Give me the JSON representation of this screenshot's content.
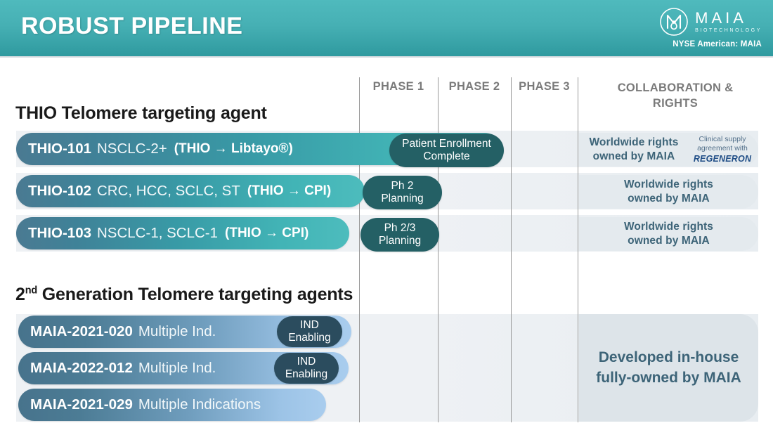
{
  "header": {
    "title": "ROBUST PIPELINE",
    "logo_name": "MAIA",
    "logo_sub": "BIOTECHNOLOGY",
    "ticker": "NYSE American: MAIA",
    "logo_icon": "maia-monogram-icon",
    "bg_color": "#46b0b4"
  },
  "columns": [
    {
      "label": "PHASE 1"
    },
    {
      "label": "PHASE 2"
    },
    {
      "label": "PHASE 3"
    },
    {
      "label": "COLLABORATION &\nRIGHTS",
      "line1": "COLLABORATION &",
      "line2": "RIGHTS"
    }
  ],
  "sections": [
    {
      "title": "THIO Telomere targeting agent",
      "title_sup": "",
      "rows": [
        {
          "code": "THIO-101",
          "indication": "NSCLC-2+",
          "combo": "(THIO → Libtayo®)",
          "status": "Patient Enrollment Complete",
          "status_l1": "Patient Enrollment",
          "status_l2": "Complete",
          "collab": "Worldwide rights owned by MAIA",
          "collab_l1": "Worldwide rights",
          "collab_l2": "owned by MAIA",
          "supply_l1": "Clinical supply",
          "supply_l2": "agreement with",
          "supply_brand": "REGENERON"
        },
        {
          "code": "THIO-102",
          "indication": "CRC, HCC, SCLC, ST",
          "combo": "(THIO → CPI)",
          "status": "Ph 2 Planning",
          "status_l1": "Ph 2",
          "status_l2": "Planning",
          "collab": "Worldwide rights owned by MAIA",
          "collab_l1": "Worldwide rights",
          "collab_l2": "owned by MAIA"
        },
        {
          "code": "THIO-103",
          "indication": "NSCLC-1, SCLC-1",
          "combo": "(THIO → CPI)",
          "status": "Ph 2/3 Planning",
          "status_l1": "Ph 2/3",
          "status_l2": "Planning",
          "collab": "Worldwide rights owned by MAIA",
          "collab_l1": "Worldwide rights",
          "collab_l2": "owned by MAIA"
        }
      ]
    },
    {
      "title_pre": "2",
      "title_sup": "nd",
      "title_post": " Generation Telomere targeting agents",
      "rows": [
        {
          "code": "MAIA-2021-020",
          "indication": "Multiple Ind.",
          "combo": "",
          "status": "IND Enabling",
          "status_l1": "IND",
          "status_l2": "Enabling"
        },
        {
          "code": "MAIA-2022-012",
          "indication": "Multiple Ind.",
          "combo": "",
          "status": "IND Enabling",
          "status_l1": "IND",
          "status_l2": "Enabling"
        },
        {
          "code": "MAIA-2021-029",
          "indication": "Multiple Indications",
          "combo": "",
          "status": ""
        }
      ],
      "collab_l1": "Developed in-house",
      "collab_l2": "fully-owned by MAIA"
    }
  ]
}
